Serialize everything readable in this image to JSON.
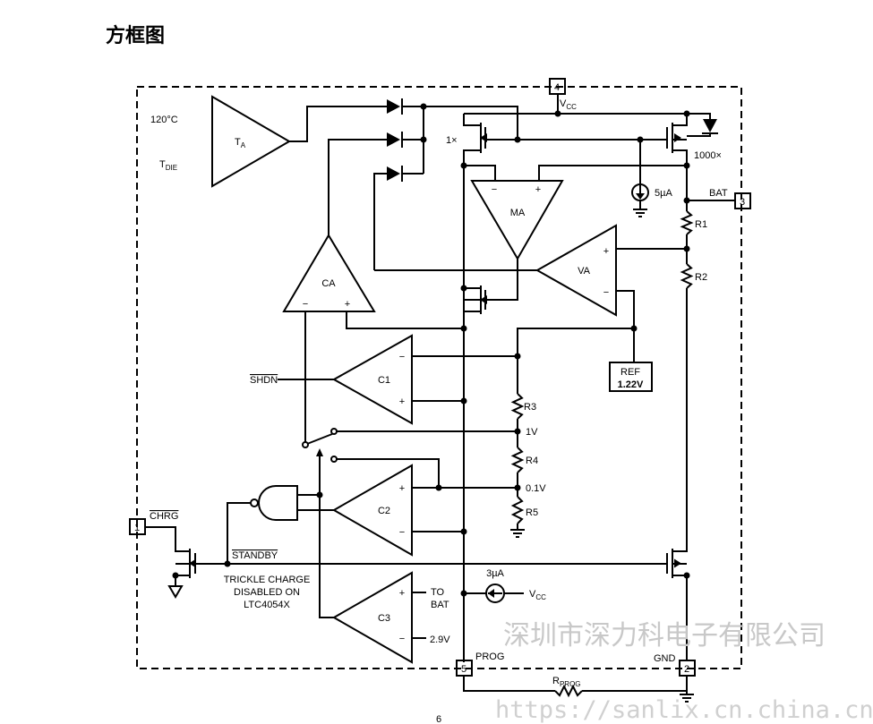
{
  "title": "方框图",
  "pins": {
    "p1": {
      "num": "1",
      "name": "CHRG"
    },
    "p2": {
      "num": "2",
      "name": "GND"
    },
    "p3": {
      "num": "3",
      "name": "BAT"
    },
    "p4": {
      "num": "4",
      "name": "V",
      "sub": "CC"
    },
    "p5": {
      "num": "5",
      "name": "PROG"
    }
  },
  "blocks": {
    "ta": {
      "name": "T",
      "sub": "A",
      "in1": "120°C",
      "in2": "T",
      "in2_sub": "DIE"
    },
    "ca": {
      "name": "CA",
      "minus": "−",
      "plus": "+"
    },
    "ma": {
      "name": "MA",
      "minus": "−",
      "plus": "+"
    },
    "va": {
      "name": "VA",
      "minus": "−",
      "plus": "+"
    },
    "c1": {
      "name": "C1",
      "minus": "−",
      "plus": "+",
      "input": "SHDN"
    },
    "c2": {
      "name": "C2",
      "minus": "−",
      "plus": "+"
    },
    "c3": {
      "name": "C3",
      "minus": "−",
      "plus": "+",
      "plus_label1": "TO",
      "plus_label2": "BAT",
      "minus_label": "2.9V"
    },
    "ref": {
      "line1": "REF",
      "line2": "1.22V"
    }
  },
  "labels": {
    "m1x": "1×",
    "m1000x": "1000×",
    "i5": "5µA",
    "i3": "3µA",
    "i3_vcc": "V",
    "i3_vcc_sub": "CC",
    "r1": "R1",
    "r2": "R2",
    "r3": "R3",
    "r4": "R4",
    "r5": "R5",
    "v1": "1V",
    "v01": "0.1V",
    "standby": "STANDBY",
    "trickle1": "TRICKLE CHARGE",
    "trickle2": "DISABLED ON",
    "trickle3": "LTC4054X",
    "rprog": "R",
    "rprog_sub": "PROG"
  },
  "watermark": {
    "company": "深圳市深力科电子有限公司",
    "url": "https://sanlix.cn.china.cn"
  },
  "page_number": "6"
}
